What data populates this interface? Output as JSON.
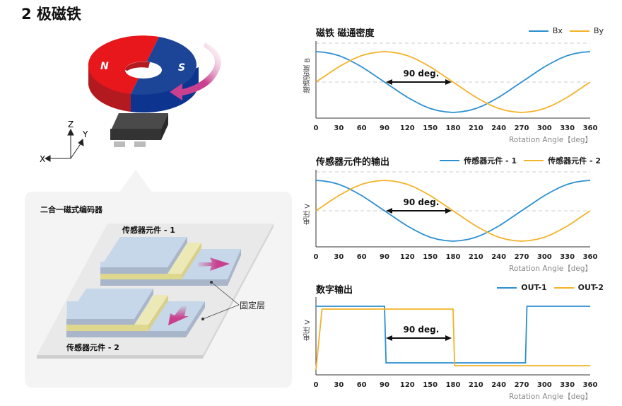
{
  "title": "2 极磁铁",
  "magnet": {
    "north": "N",
    "south": "S",
    "axes": {
      "x": "X",
      "y": "Y",
      "z": "Z"
    }
  },
  "encoder_panel": {
    "title": "二合一磁式编码器",
    "element1": "传感器元件 - 1",
    "element2": "传感器元件 - 2",
    "pinned_layer": "固定层"
  },
  "colors": {
    "blue": "#2b8fd0",
    "orange": "#f4b228",
    "red": "#e8171c",
    "navy": "#1c4598",
    "magenta": "#c8408f"
  },
  "chart_data": [
    {
      "type": "line",
      "title": "磁铁 磁通密度",
      "ylabel": "磁通密度 B",
      "xlabel": "Rotation Angle【deg】",
      "annotation": "90 deg.",
      "xlim": [
        0,
        360
      ],
      "ylim": [
        -1,
        1
      ],
      "x_ticks": [
        "0",
        "30",
        "60",
        "90",
        "120",
        "150",
        "180",
        "210",
        "240",
        "270",
        "300",
        "330",
        "360"
      ],
      "x": [
        0,
        10,
        20,
        30,
        40,
        50,
        60,
        70,
        80,
        90,
        100,
        110,
        120,
        130,
        140,
        150,
        160,
        170,
        180,
        190,
        200,
        210,
        220,
        230,
        240,
        250,
        260,
        270,
        280,
        290,
        300,
        310,
        320,
        330,
        340,
        350,
        360
      ],
      "series": [
        {
          "name": "Bx",
          "color": "#2b8fd0",
          "values": [
            1,
            0.98,
            0.94,
            0.87,
            0.77,
            0.64,
            0.5,
            0.34,
            0.17,
            0,
            -0.17,
            -0.34,
            -0.5,
            -0.64,
            -0.77,
            -0.87,
            -0.94,
            -0.98,
            -1,
            -0.98,
            -0.94,
            -0.87,
            -0.77,
            -0.64,
            -0.5,
            -0.34,
            -0.17,
            0,
            0.17,
            0.34,
            0.5,
            0.64,
            0.77,
            0.87,
            0.94,
            0.98,
            1
          ]
        },
        {
          "name": "By",
          "color": "#f4b228",
          "values": [
            0,
            0.17,
            0.34,
            0.5,
            0.64,
            0.77,
            0.87,
            0.94,
            0.98,
            1,
            0.98,
            0.94,
            0.87,
            0.77,
            0.64,
            0.5,
            0.34,
            0.17,
            0,
            -0.17,
            -0.34,
            -0.5,
            -0.64,
            -0.77,
            -0.87,
            -0.94,
            -0.98,
            -1,
            -0.98,
            -0.94,
            -0.87,
            -0.77,
            -0.64,
            -0.5,
            -0.34,
            -0.17,
            0
          ]
        }
      ]
    },
    {
      "type": "line",
      "title": "传感器元件的输出",
      "ylabel": "电压 V",
      "xlabel": "Rotation Angle【deg】",
      "annotation": "90 deg.",
      "xlim": [
        0,
        360
      ],
      "ylim": [
        -1,
        1
      ],
      "x_ticks": [
        "0",
        "30",
        "60",
        "90",
        "120",
        "150",
        "180",
        "210",
        "240",
        "270",
        "300",
        "330",
        "360"
      ],
      "x": [
        0,
        10,
        20,
        30,
        40,
        50,
        60,
        70,
        80,
        90,
        100,
        110,
        120,
        130,
        140,
        150,
        160,
        170,
        180,
        190,
        200,
        210,
        220,
        230,
        240,
        250,
        260,
        270,
        280,
        290,
        300,
        310,
        320,
        330,
        340,
        350,
        360
      ],
      "series": [
        {
          "name": "传感器元件 - 1",
          "color": "#2b8fd0",
          "values": [
            1,
            0.98,
            0.94,
            0.87,
            0.77,
            0.64,
            0.5,
            0.34,
            0.17,
            0,
            -0.17,
            -0.34,
            -0.5,
            -0.64,
            -0.77,
            -0.87,
            -0.94,
            -0.98,
            -1,
            -0.98,
            -0.94,
            -0.87,
            -0.77,
            -0.64,
            -0.5,
            -0.34,
            -0.17,
            0,
            0.17,
            0.34,
            0.5,
            0.64,
            0.77,
            0.87,
            0.94,
            0.98,
            1
          ]
        },
        {
          "name": "传感器元件 - 2",
          "color": "#f4b228",
          "values": [
            0,
            0.17,
            0.34,
            0.5,
            0.64,
            0.77,
            0.87,
            0.94,
            0.98,
            1,
            0.98,
            0.94,
            0.87,
            0.77,
            0.64,
            0.5,
            0.34,
            0.17,
            0,
            -0.17,
            -0.34,
            -0.5,
            -0.64,
            -0.77,
            -0.87,
            -0.94,
            -0.98,
            -1,
            -0.98,
            -0.94,
            -0.87,
            -0.77,
            -0.64,
            -0.5,
            -0.34,
            -0.17,
            0
          ]
        }
      ]
    },
    {
      "type": "line",
      "title": "数字输出",
      "ylabel": "电压 V",
      "xlabel": "Rotation Angle【deg】",
      "annotation": "90 deg.",
      "xlim": [
        0,
        360
      ],
      "ylim": [
        0,
        1
      ],
      "x_ticks": [
        "0",
        "30",
        "60",
        "90",
        "120",
        "150",
        "180",
        "210",
        "240",
        "270",
        "300",
        "330",
        "360"
      ],
      "series": [
        {
          "name": "OUT-1",
          "color": "#2b8fd0",
          "x": [
            0,
            90,
            92,
            275,
            277,
            360
          ],
          "values": [
            1,
            1,
            0,
            0,
            1,
            1
          ]
        },
        {
          "name": "OUT-2",
          "color": "#f4b228",
          "x": [
            0,
            8,
            180,
            182,
            360
          ],
          "values": [
            -0.12,
            0.95,
            0.95,
            -0.05,
            -0.05
          ]
        }
      ]
    }
  ]
}
